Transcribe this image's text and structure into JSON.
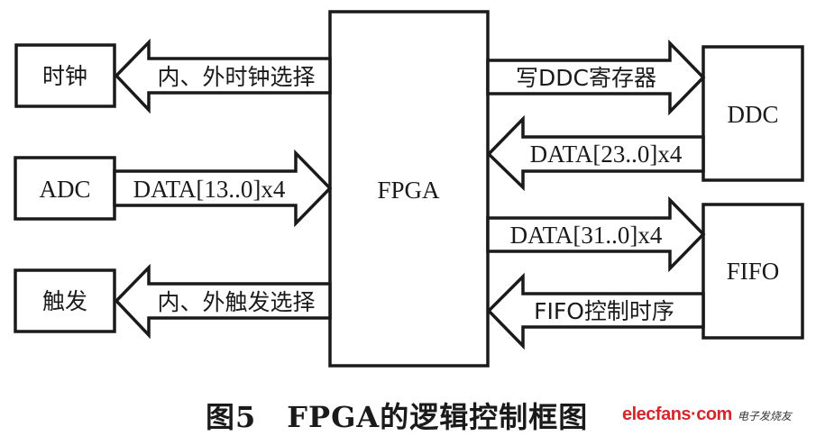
{
  "diagram": {
    "center_block": {
      "label": "FPGA"
    },
    "left_blocks": [
      {
        "id": "clock",
        "label": "时钟",
        "arrow_label": "内、外时钟选择",
        "direction": "from-fpga"
      },
      {
        "id": "adc",
        "label": "ADC",
        "arrow_label": "DATA[13..0]x4",
        "direction": "to-fpga"
      },
      {
        "id": "trigger",
        "label": "触发",
        "arrow_label": "内、外触发选择",
        "direction": "from-fpga"
      }
    ],
    "right_blocks": [
      {
        "id": "ddc",
        "label": "DDC",
        "arrows": [
          {
            "label": "写DDC寄存器",
            "direction": "from-fpga"
          },
          {
            "label": "DATA[23..0]x4",
            "direction": "to-fpga"
          }
        ]
      },
      {
        "id": "fifo",
        "label": "FIFO",
        "arrows": [
          {
            "label": "DATA[31..0]x4",
            "direction": "from-fpga"
          },
          {
            "label": "FIFO控制时序",
            "direction": "to-fpga"
          }
        ]
      }
    ]
  },
  "caption": {
    "figure_number": "图5",
    "title": "FPGA的逻辑控制框图"
  },
  "watermark": {
    "brand": "elecfans·com",
    "subtitle": "电子发烧友",
    "color": "#d7262b"
  }
}
